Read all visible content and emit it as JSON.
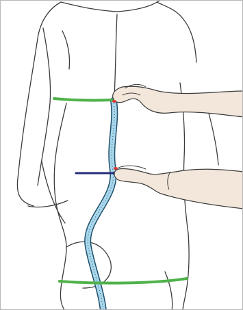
{
  "figure": {
    "subject": "back-length-measurement-illustration",
    "colors": {
      "outline": "#3a3a3a",
      "skin": "#f3e7dc",
      "tape": "#a9d7ec",
      "tape_edge": "#1f4f6a",
      "green_band": "#4fb24a",
      "blue_marker": "#242b7a",
      "nail": "#d9352f",
      "frame_border": "#b7b7b7"
    },
    "icons": [
      "neck-line",
      "shoulder-line",
      "waist-marker",
      "hip-line",
      "measuring-tape",
      "hand"
    ]
  }
}
